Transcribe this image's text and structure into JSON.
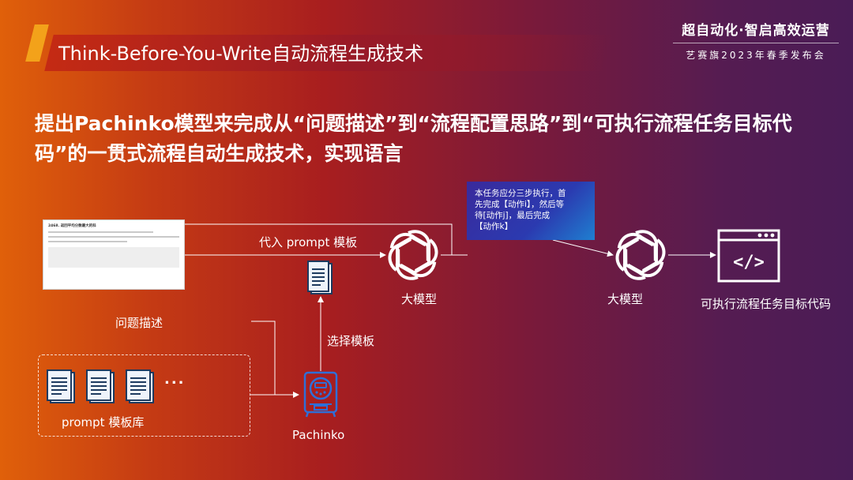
{
  "brand": {
    "title": "超自动化·智启高效运营",
    "subtitle": "艺赛旗2023年春季发布会"
  },
  "page_title": "Think-Before-You-Write自动流程生成技术",
  "headline": {
    "line1": "提出Pachinko模型来完成从“问题描述”到“流程配置思路”到“可执行流程任务目标代",
    "line2": "码”的一贯式流程自动生成技术，实现语言"
  },
  "note": {
    "line1": "本任务应分三步执行，首",
    "line2": "先完成【动作i】，然后等",
    "line3": "待[动作j]，最后完成",
    "line4": "【动作k】"
  },
  "doc_shot": {
    "header": "2468. 返回平均分数最大的科"
  },
  "labels": {
    "apply_template": "代入 prompt 模板",
    "llm_1": "大模型",
    "llm_2": "大模型",
    "target_code": "可执行流程任务目标代码",
    "problem_desc": "问题描述",
    "select_template": "选择模板",
    "template_lib": "prompt 模板库",
    "pachinko": "Pachinko",
    "ellipsis": "..."
  },
  "colors": {
    "accent": "#f3a21a",
    "note_bg": "#2b3ab0"
  }
}
